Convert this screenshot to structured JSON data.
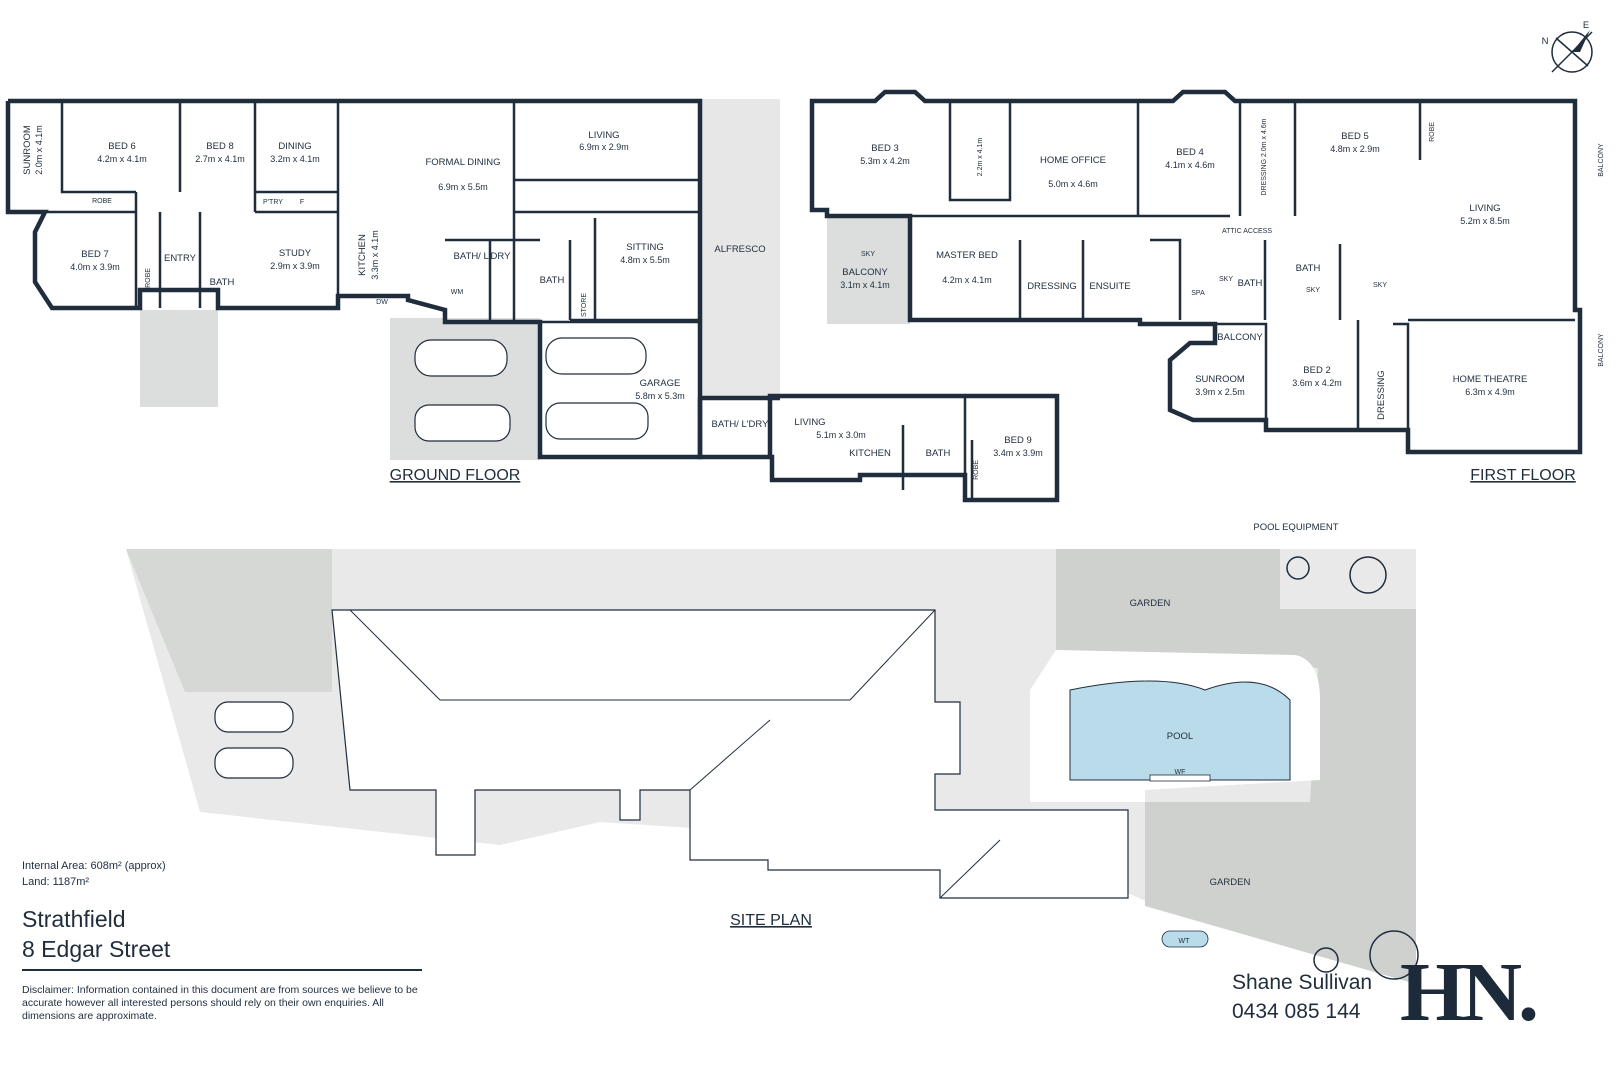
{
  "compass": {
    "north": "N",
    "east": "E"
  },
  "ground_floor": {
    "title": "GROUND FLOOR",
    "rooms": [
      {
        "name": "SUNROOM",
        "dims": "2.0m x 4.1m"
      },
      {
        "name": "BED 6",
        "dims": "4.2m x 4.1m"
      },
      {
        "name": "BED 8",
        "dims": "2.7m x 4.1m"
      },
      {
        "name": "DINING",
        "dims": "3.2m x 4.1m"
      },
      {
        "name": "FORMAL DINING",
        "dims": "6.9m x 5.5m"
      },
      {
        "name": "LIVING",
        "dims": "6.9m x 2.9m"
      },
      {
        "name": "BED 7",
        "dims": "4.0m x 3.9m"
      },
      {
        "name": "STUDY",
        "dims": "2.9m x 3.9m"
      },
      {
        "name": "KITCHEN",
        "dims": "3.3m x 4.1m"
      },
      {
        "name": "SITTING",
        "dims": "4.8m x 5.5m"
      },
      {
        "name": "GARAGE",
        "dims": "5.8m x 5.3m"
      },
      {
        "name": "ALFRESCO",
        "dims": ""
      }
    ],
    "labels": [
      "ROBE",
      "P'TRY",
      "F",
      "ENTRY",
      "ROBE",
      "BATH",
      "BATH/ L'DRY",
      "BATH",
      "WM",
      "STORE",
      "DW",
      "BATH/ L'DRY"
    ]
  },
  "granny": {
    "rooms": [
      {
        "name": "LIVING",
        "dims": "5.1m x 3.0m"
      },
      {
        "name": "BED 9",
        "dims": "3.4m x 3.9m"
      }
    ],
    "labels": [
      "KITCHEN",
      "BATH",
      "ROBE"
    ]
  },
  "first_floor": {
    "title": "FIRST FLOOR",
    "rooms": [
      {
        "name": "BED 3",
        "dims": "5.3m x 4.2m"
      },
      {
        "name": "HOME OFFICE",
        "dims": "5.0m x 4.6m"
      },
      {
        "name": "BED 4",
        "dims": "4.1m x 4.6m"
      },
      {
        "name": "BED 5",
        "dims": "4.8m x 2.9m"
      },
      {
        "name": "LIVING",
        "dims": "5.2m x 8.5m"
      },
      {
        "name": "BALCONY",
        "dims": "3.1m x 4.1m"
      },
      {
        "name": "MASTER BED",
        "dims": "4.2m x 4.1m"
      },
      {
        "name": "SUNROOM",
        "dims": "3.9m x 2.5m"
      },
      {
        "name": "BED 2",
        "dims": "3.6m x 4.2m"
      },
      {
        "name": "HOME THEATRE",
        "dims": "6.3m x 4.9m"
      }
    ],
    "labels": [
      "2.2m x 4.1m",
      "DRESSING 2.0m x 4.6m",
      "ROBE",
      "BALCONY",
      "DRESSING",
      "ENSUITE",
      "ATTIC ACCESS",
      "SPA",
      "SKY",
      "BATH",
      "BATH",
      "SKY",
      "SKY",
      "SKY",
      "BALCONY",
      "DRESSING",
      "BALCONY"
    ]
  },
  "site_plan": {
    "title": "SITE PLAN",
    "labels": [
      "POOL EQUIPMENT",
      "GARDEN",
      "POOL",
      "WF",
      "GARDEN",
      "WT"
    ]
  },
  "info": {
    "internal_area": "Internal Area: 608m² (approx)",
    "land": "Land: 1187m²",
    "suburb": "Strathfield",
    "street": "8 Edgar Street",
    "disclaimer": "Disclaimer: Information contained in this document are from sources we believe to be accurate however all interested persons should rely on their own enquiries. All dimensions are approximate."
  },
  "agent": {
    "name": "Shane Sullivan",
    "phone": "0434 085 144"
  },
  "logo": {
    "text": "HN.",
    "color": "#1c2a3a"
  },
  "colors": {
    "ink": "#1f2d3d",
    "grey": "#dcdedd",
    "pool": "#b9dbea"
  }
}
